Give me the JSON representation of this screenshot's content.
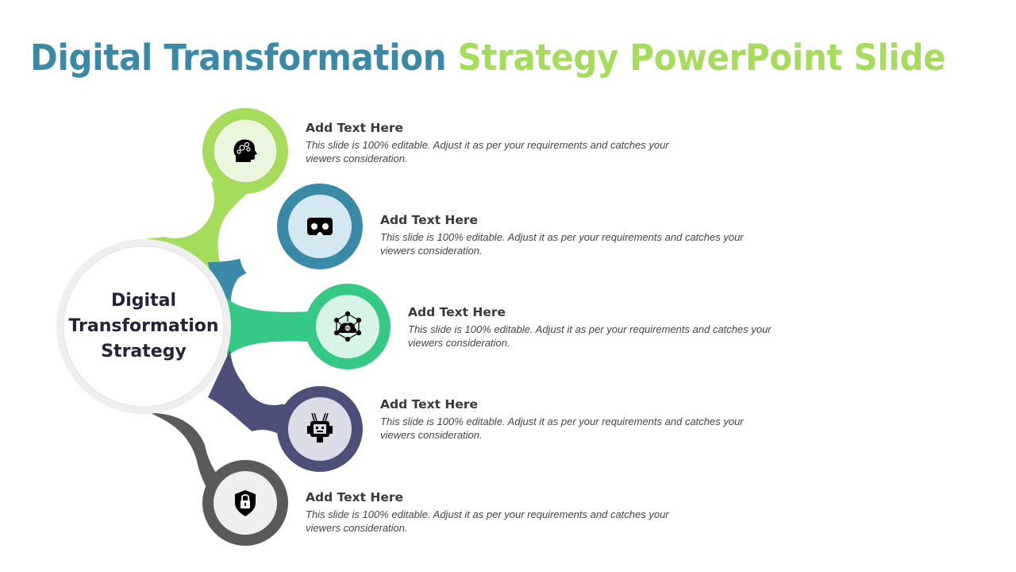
{
  "title": {
    "part1": "Digital Transformation",
    "part2": "Strategy PowerPoint Slide",
    "part1_color": "#3A89A6",
    "part2_color": "#A6DC5C"
  },
  "center": {
    "label": "Digital\nTransformation\nStrategy"
  },
  "items": [
    {
      "heading": "Add Text Here",
      "description": "This slide is 100%  editable. Adjust it as per your requirements and catches your viewers consideration.",
      "icon": "head-gears-icon",
      "ring_color": "#A6DC5C",
      "fill_color": "#EBF7DD"
    },
    {
      "heading": "Add Text Here",
      "description": "This slide is 100%  editable. Adjust it as per your requirements and catches your viewers consideration.",
      "icon": "vr-headset-icon",
      "ring_color": "#3A89A6",
      "fill_color": "#D4E8F2"
    },
    {
      "heading": "Add Text Here",
      "description": "This slide is 100%  editable. Adjust it as per your requirements and catches your viewers consideration.",
      "icon": "cloud-network-icon",
      "ring_color": "#35C985",
      "fill_color": "#D7F4E7"
    },
    {
      "heading": "Add Text Here",
      "description": "This slide is 100%  editable. Adjust it as per your requirements and catches your viewers consideration.",
      "icon": "robot-icon",
      "ring_color": "#4E4F78",
      "fill_color": "#DCDCE8"
    },
    {
      "heading": "Add Text Here",
      "description": "This slide is 100%  editable. Adjust it as per your requirements and catches your viewers consideration.",
      "icon": "shield-lock-icon",
      "ring_color": "#5A5A5A",
      "fill_color": "#EFEFEF"
    }
  ]
}
